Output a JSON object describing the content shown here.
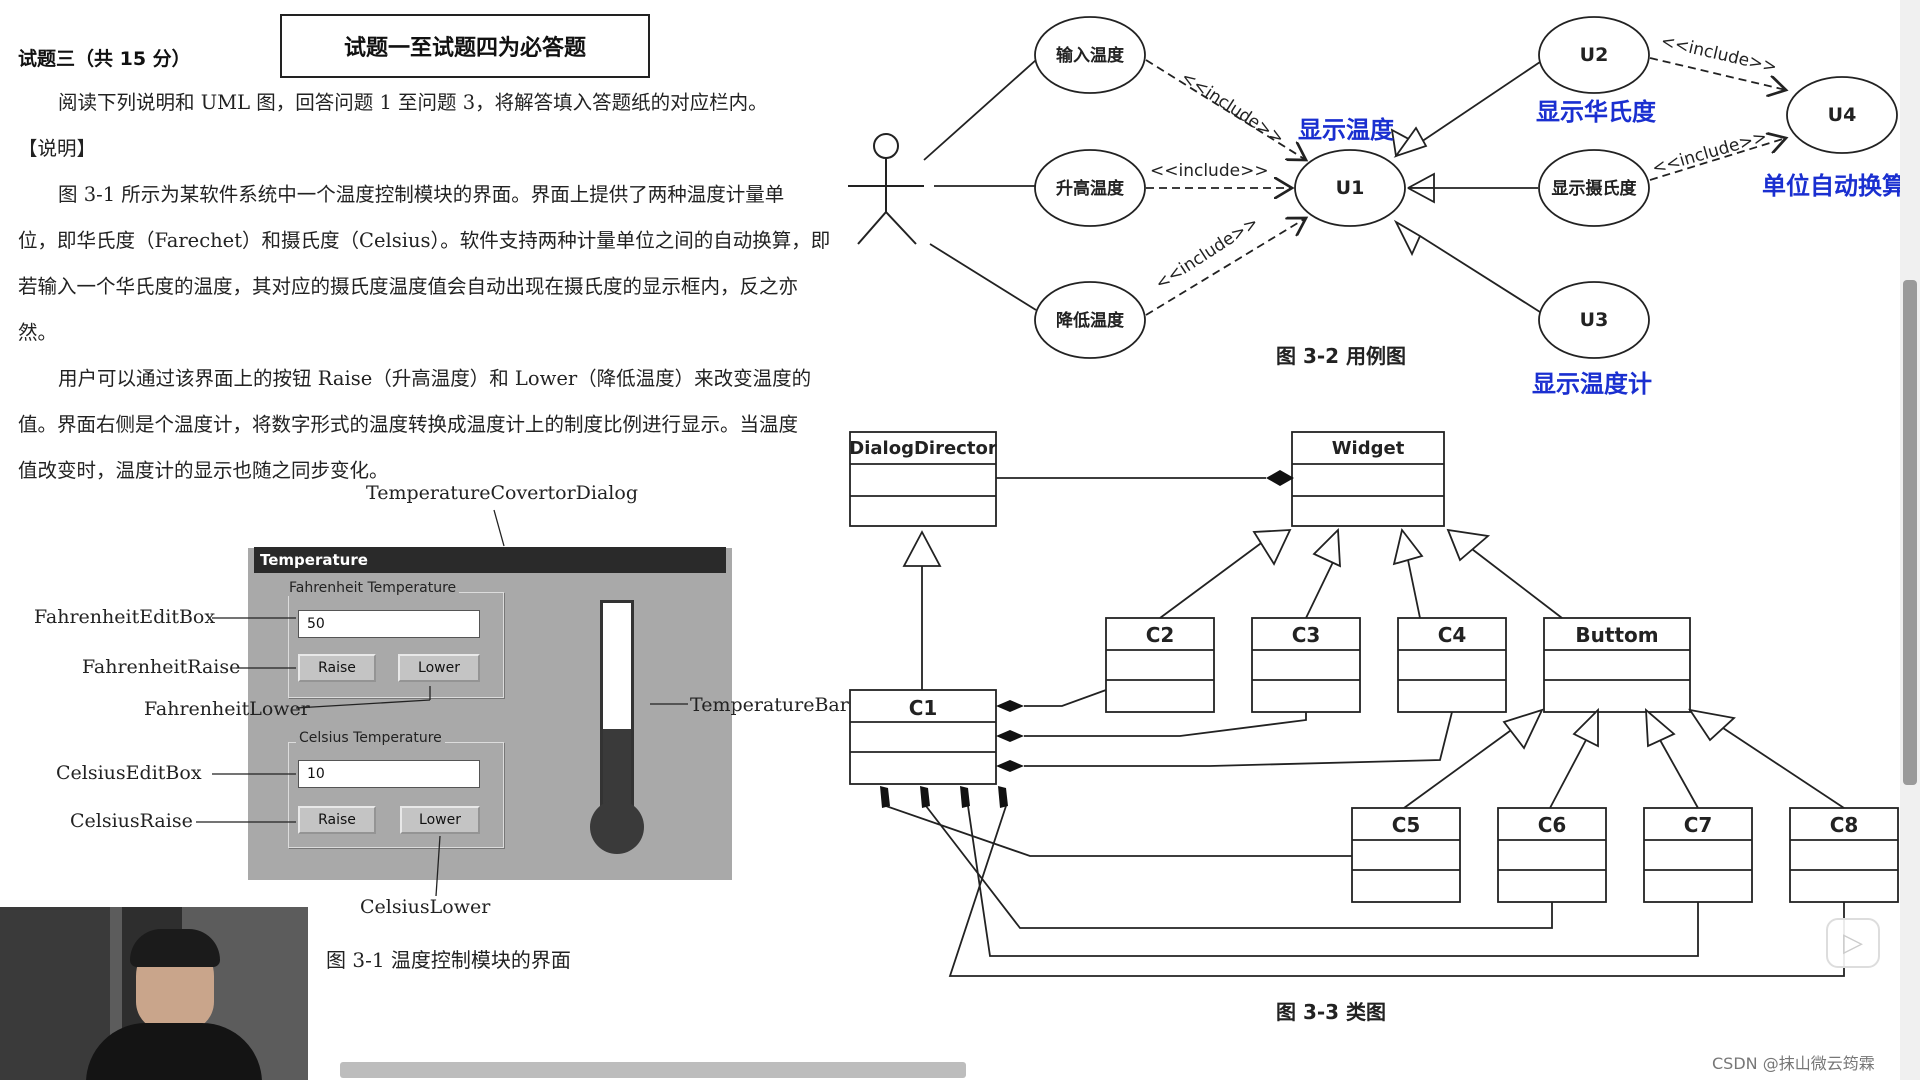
{
  "question": {
    "title": "试题三（共 15 分）",
    "required_note": "试题一至试题四为必答题",
    "intro": "阅读下列说明和 UML 图，回答问题 1 至问题 3，将解答填入答题纸的对应栏内。",
    "section": "【说明】",
    "para1": [
      "图 3-1 所示为某软件系统中一个温度控制模块的界面。界面上提供了两种温度计量单",
      "位，即华氏度（Farechet）和摄氏度（Celsius）。软件支持两种计量单位之间的自动换算，即",
      "若输入一个华氏度的温度，其对应的摄氏度温度值会自动出现在摄氏度的显示框内，反之亦",
      "然。"
    ],
    "para2": [
      "用户可以通过该界面上的按钮 Raise（升高温度）和 Lower（降低温度）来改变温度的",
      "值。界面右侧是个温度计，将数字形式的温度转换成温度计上的制度比例进行显示。当温度",
      "值改变时，温度计的显示也随之同步变化。"
    ]
  },
  "figure31": {
    "dialog_label": "TemperatureCovertorDialog",
    "window_title": "Temperature",
    "fahrenheit_group": "Fahrenheit Temperature",
    "fahrenheit_value": "50",
    "celsius_group": "Celsius Temperature",
    "celsius_value": "10",
    "raise": "Raise",
    "lower": "Lower",
    "callouts": {
      "fahrenheit_edit": "FahrenheitEditBox",
      "fahrenheit_raise": "FahrenheitRaise",
      "fahrenheit_lower": "FahrenheitLower",
      "celsius_edit": "CelsiusEditBox",
      "celsius_raise": "CelsiusRaise",
      "celsius_lower": "CelsiusLower",
      "temp_bar": "TemperatureBar"
    },
    "thermometer_level": 0.45,
    "caption": "图 3-1  温度控制模块的界面"
  },
  "figure32": {
    "use_cases": {
      "input": "输入温度",
      "raise": "升高温度",
      "lower": "降低温度",
      "u1": "U1",
      "u2": "U2",
      "u3": "U3",
      "u4": "U4",
      "show_c": "显示摄氏度"
    },
    "include": "<<include>>",
    "answers": {
      "u1": "显示温度",
      "u2": "显示华氏度",
      "u3": "显示温度计",
      "u4": "单位自动换算"
    },
    "caption": "图 3-2 用例图"
  },
  "figure33": {
    "classes": {
      "dialog_director": "DialogDirector",
      "widget": "Widget",
      "c1": "C1",
      "c2": "C2",
      "c3": "C3",
      "c4": "C4",
      "buttom": "Buttom",
      "c5": "C5",
      "c6": "C6",
      "c7": "C7",
      "c8": "C8"
    },
    "caption": "图 3-3 类图"
  },
  "watermark": "CSDN @抹山微云筠霖",
  "colors": {
    "answer_blue": "#1a2fd0",
    "ink": "#222222"
  }
}
